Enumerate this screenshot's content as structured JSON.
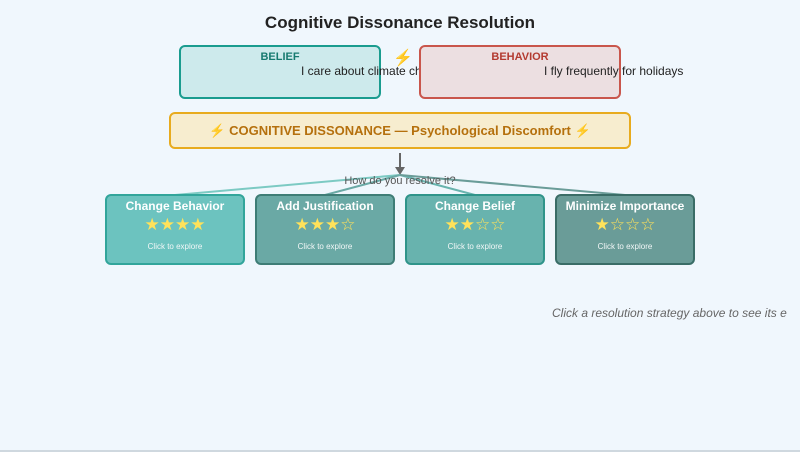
{
  "title": "Cognitive Dissonance Resolution",
  "belief": {
    "label": "BELIEF",
    "text": "I care about climate change"
  },
  "behavior": {
    "label": "BEHAVIOR",
    "text": "I fly frequently for holidays"
  },
  "conflict_icon": "⚡",
  "dissonance": {
    "text": "⚡ COGNITIVE DISSONANCE — Psychological Discomfort ⚡"
  },
  "question": "How do you resolve it?",
  "strategies": [
    {
      "name": "Change Behavior",
      "stars": "★★★★",
      "rating": 4,
      "cta": "Click to explore"
    },
    {
      "name": "Add Justification",
      "stars": "★★★☆",
      "rating": 3,
      "cta": "Click to explore"
    },
    {
      "name": "Change Belief",
      "stars": "★★☆☆",
      "rating": 2,
      "cta": "Click to explore"
    },
    {
      "name": "Minimize Importance",
      "stars": "★☆☆☆",
      "rating": 1,
      "cta": "Click to explore"
    }
  ],
  "hint": "Click a resolution strategy above to see its e",
  "colors": {
    "belief": "#1a9c8f",
    "behavior": "#c9564c",
    "dissonance": "#e8ab1e",
    "stars": "#ffe25a"
  }
}
